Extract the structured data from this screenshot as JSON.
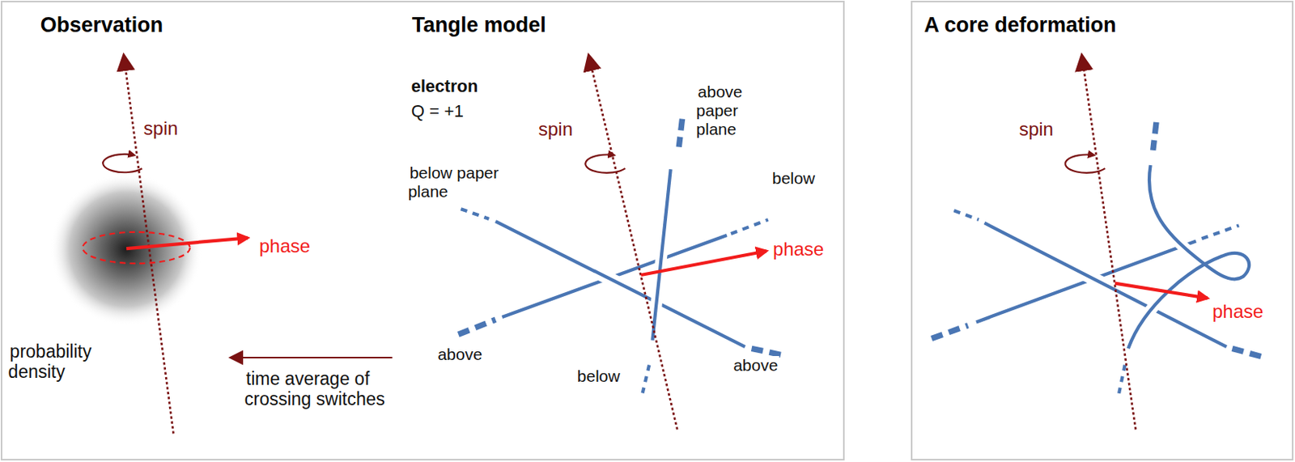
{
  "diagram": {
    "nodes": [
      {
        "text": [
          "Observation",
          "Tangle model"
        ]
      },
      {
        "text": [
          "A core deformation"
        ]
      }
    ],
    "labels": [
      "spin",
      "phase",
      "probability density",
      "time average of crossing switches",
      "electron",
      "Q = +1",
      "spin",
      "above paper plane",
      "below paper plane",
      "below",
      "phase",
      "above",
      "below",
      "above",
      "spin",
      "phase"
    ]
  }
}
